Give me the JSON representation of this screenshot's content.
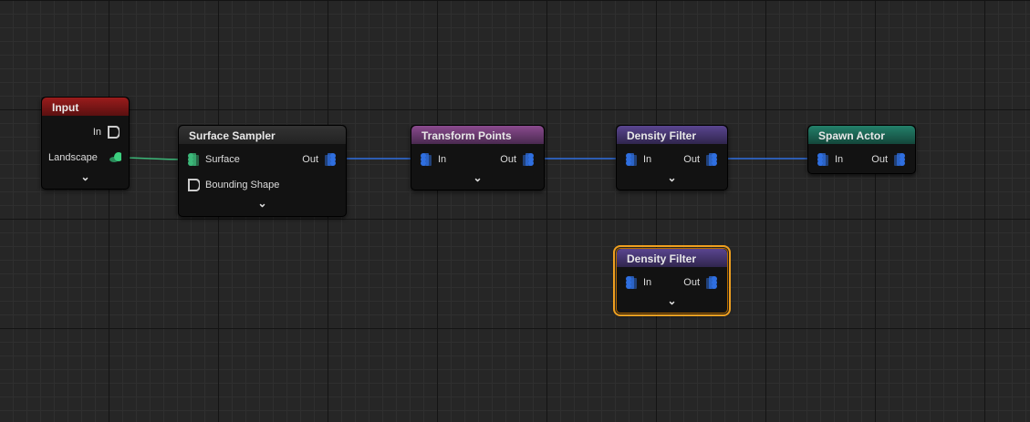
{
  "colors": {
    "input": "#8e1a1a",
    "sampler": "#2a2a2a",
    "transform": "#7a3e7e",
    "density": "#4d3a7a",
    "spawn": "#1f6e5c",
    "point_pin": "#2f6fe0",
    "surface_pin": "#3cb879",
    "selected": "#f0a020"
  },
  "nodes": {
    "input": {
      "title": "Input",
      "pins": [
        "In",
        "Landscape"
      ]
    },
    "surface_sampler": {
      "title": "Surface Sampler",
      "inputs": [
        "Surface",
        "Bounding Shape"
      ],
      "output": "Out"
    },
    "transform_points": {
      "title": "Transform Points",
      "input": "In",
      "output": "Out"
    },
    "density_filter": {
      "title": "Density Filter",
      "input": "In",
      "output": "Out"
    },
    "spawn_actor": {
      "title": "Spawn Actor",
      "input": "In",
      "output": "Out"
    },
    "density_filter_2": {
      "title": "Density Filter",
      "input": "In",
      "output": "Out"
    }
  }
}
